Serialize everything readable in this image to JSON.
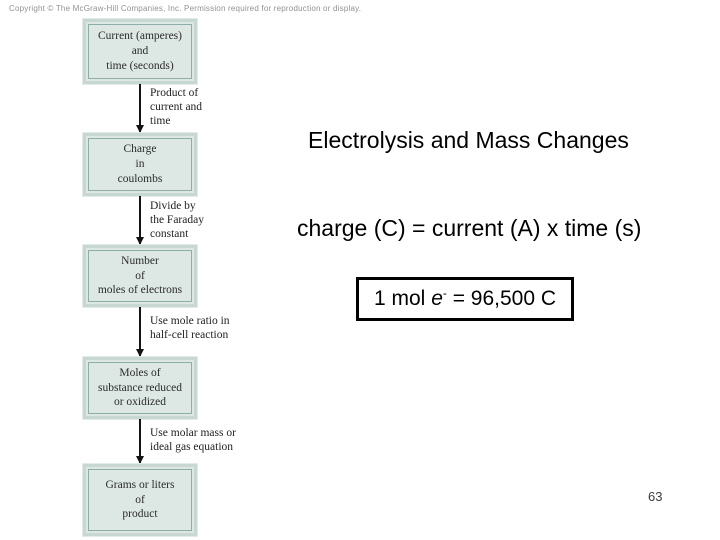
{
  "slide": {
    "copyright": "Copyright © The McGraw-Hill Companies, Inc. Permission required for reproduction or display.",
    "title": "Electrolysis and Mass Changes",
    "charge_equation": "charge (C) = current (A) x time (s)",
    "faraday": {
      "prefix": "1 mol ",
      "electron_symbol": "e",
      "superscript": "-",
      "suffix": " = 96,500 C"
    },
    "page_number": "63"
  },
  "flowchart": {
    "boxes": [
      {
        "text": "Current (amperes)\nand\ntime (seconds)"
      },
      {
        "text": "Charge\nin\ncoulombs"
      },
      {
        "text": "Number\nof\nmoles of electrons"
      },
      {
        "text": "Moles of\nsubstance reduced\nor oxidized"
      },
      {
        "text": "Grams or liters\nof\nproduct"
      }
    ],
    "arrow_labels": [
      {
        "text": "Product of\ncurrent and\ntime"
      },
      {
        "text": "Divide by\nthe Faraday\nconstant"
      },
      {
        "text": "Use mole ratio in\nhalf-cell reaction"
      },
      {
        "text": "Use molar mass or\nideal gas equation"
      }
    ],
    "colors": {
      "box_fill": "#dde8e4",
      "box_outer_border": "#c7d8d3",
      "box_inner_border": "#8fada7",
      "arrow": "#141414"
    }
  }
}
